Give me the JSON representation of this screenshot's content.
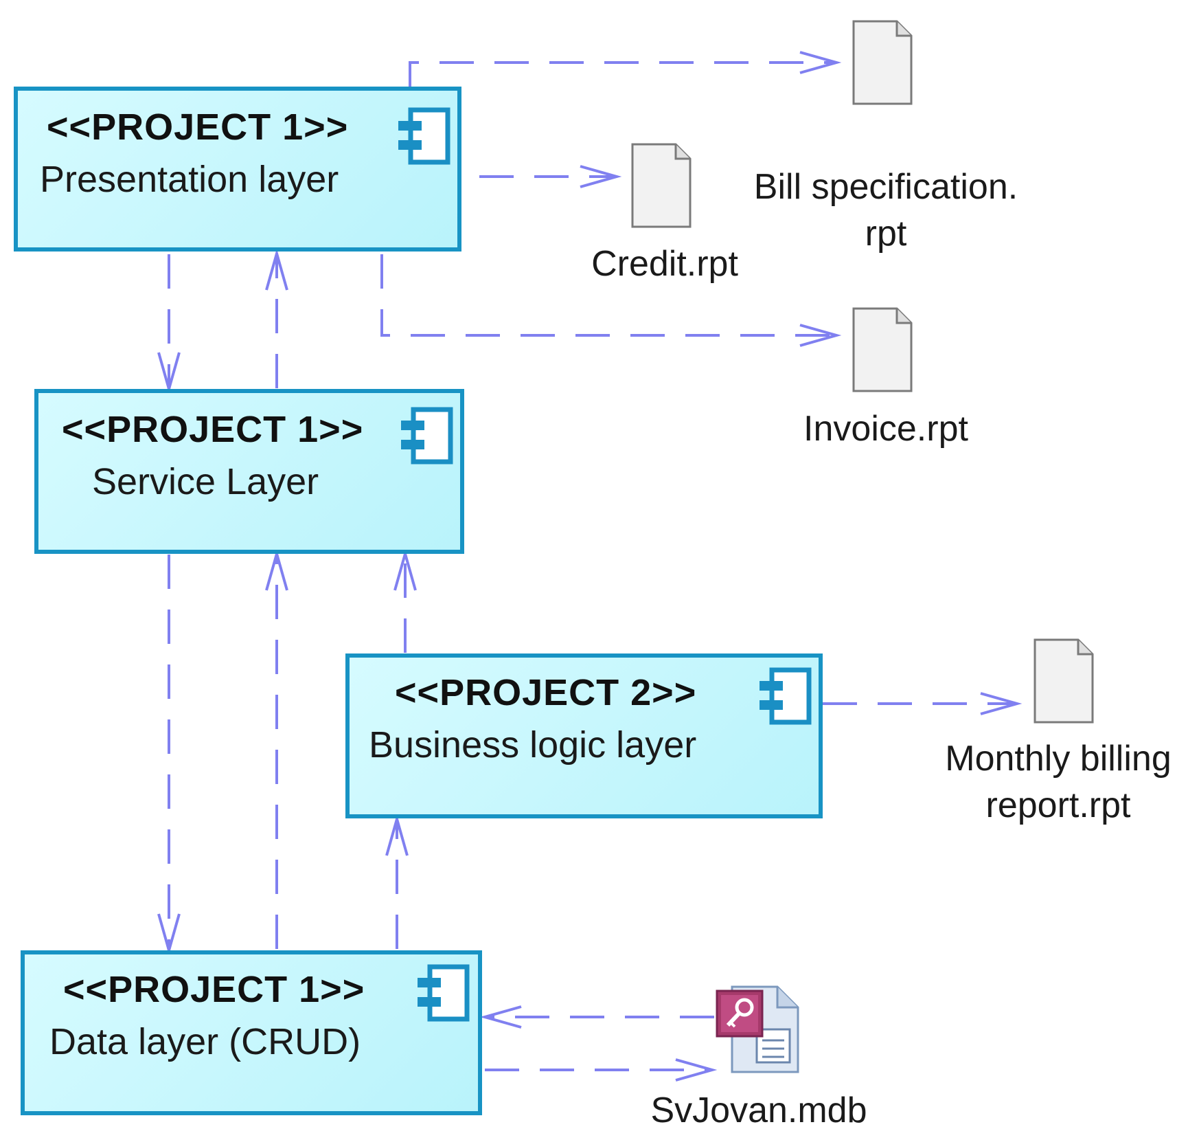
{
  "components": {
    "presentation": {
      "stereotype": "<<PROJECT 1>>",
      "name": "Presentation layer"
    },
    "service": {
      "stereotype": "<<PROJECT 1>>",
      "name": "Service Layer"
    },
    "business": {
      "stereotype": "<<PROJECT 2>>",
      "name": "Business logic layer"
    },
    "data": {
      "stereotype": "<<PROJECT 1>>",
      "name": "Data layer (CRUD)"
    }
  },
  "files": {
    "bill": {
      "name_line1": "Bill specification.",
      "name_line2": "rpt",
      "icon": "document-icon"
    },
    "credit": {
      "name": "Credit.rpt",
      "icon": "document-icon"
    },
    "invoice": {
      "name": "Invoice.rpt",
      "icon": "document-icon"
    },
    "monthly": {
      "name_line1": "Monthly billing",
      "name_line2": "report.rpt",
      "icon": "document-icon"
    },
    "database": {
      "name": "SvJovan.mdb",
      "icon": "access-database-icon"
    }
  },
  "colors": {
    "component_border": "#1893c4",
    "component_fill": "#c4f7fd",
    "connector": "#8080f0",
    "icon_blue": "#1a8fc4"
  }
}
